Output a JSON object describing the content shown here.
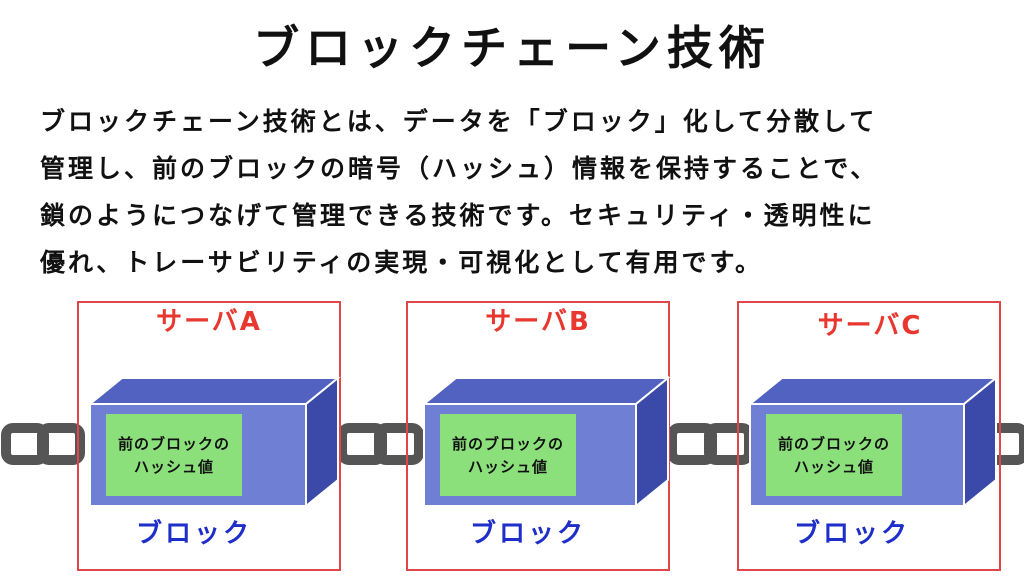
{
  "title": "ブロックチェーン技術",
  "description": {
    "lines": [
      "ブロックチェーン技術とは、データを「ブロック」化して分散して",
      "管理し、前のブロックの暗号（ハッシュ）情報を保持することで、",
      "鎖のようにつなげて管理できる技術です。セキュリティ・透明性に",
      "優れ、トレーサビリティの実現・可視化として有用です。"
    ]
  },
  "servers": [
    {
      "label": "サーバA",
      "block_label": "ブロック",
      "hash_lines": [
        "前のブロックの",
        "ハッシュ値"
      ]
    },
    {
      "label": "サーバB",
      "block_label": "ブロック",
      "hash_lines": [
        "前のブロックの",
        "ハッシュ値"
      ]
    },
    {
      "label": "サーバC",
      "block_label": "ブロック",
      "hash_lines": [
        "前のブロックの",
        "ハッシュ値"
      ]
    }
  ],
  "colors": {
    "server_border": "#e04848",
    "server_label": "#e8372f",
    "block_label": "#1e2ec8",
    "block_front": "#6e7fd4",
    "block_top": "#5162c0",
    "block_side": "#3b4aa8",
    "hash_box": "#8ce07c",
    "chain": "#555555"
  },
  "icons": {
    "chain": "chain-link-icon"
  }
}
